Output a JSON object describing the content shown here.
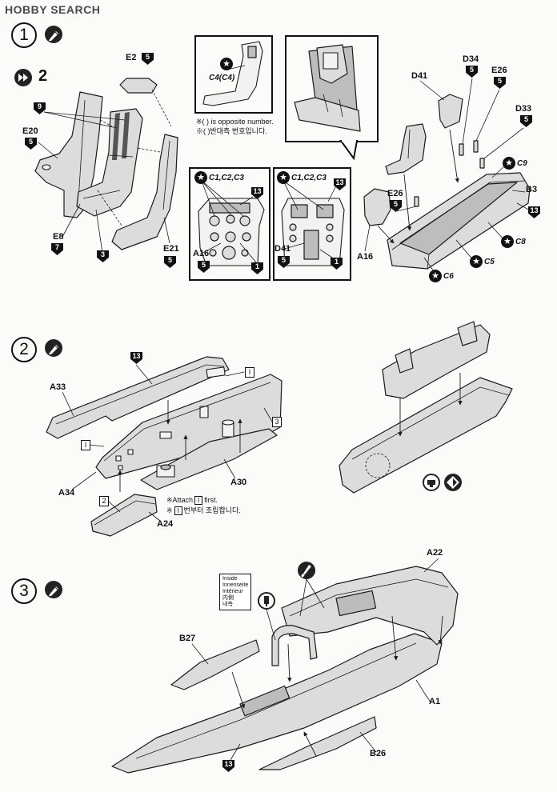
{
  "watermark": "HOBBY SEARCH",
  "colors": {
    "ink": "#1a1a1a",
    "part_fill": "#dcdcdc",
    "paper": "#fbfbf9"
  },
  "step1": {
    "number": "1",
    "subassembly_number": "2",
    "seat": {
      "e2": "E2",
      "e2_color": "5",
      "stripe_color": "9",
      "e20": "E20",
      "e20_color": "5",
      "e8": "E8",
      "e8_color": "7",
      "cushion_color": "3",
      "e21": "E21",
      "e21_color": "5"
    },
    "seat_detail": {
      "decal": "C4(C4)"
    },
    "notes": {
      "en": "※( ) is opposite number.",
      "ko": "※( )반대측 번호입니다."
    },
    "panel_front": {
      "decal": "C1,C2,C3",
      "color_top": "13",
      "part": "A16",
      "part_color": "5",
      "color_bottom": "1"
    },
    "panel_rear": {
      "decal": "C1,C2,C3",
      "color_top": "13",
      "part": "D41",
      "part_color": "5",
      "color_bottom": "1"
    },
    "tub": {
      "d41": "D41",
      "d34": "D34",
      "d34_color": "5",
      "e26_top": "E26",
      "e26_top_color": "5",
      "d33": "D33",
      "d33_color": "5",
      "c9": "C9",
      "b3": "B3",
      "b3_color": "13",
      "e26": "E26",
      "e26_color": "5",
      "a16": "A16",
      "c8": "C8",
      "c5": "C5",
      "c6": "C6"
    }
  },
  "step2": {
    "number": "2",
    "a33": "A33",
    "a33_color": "13",
    "ref_i_top": "I",
    "ref_i_left": "I",
    "ref_3": "3",
    "ref_2": "2",
    "a34": "A34",
    "a30": "A30",
    "a24": "A24",
    "note_en": {
      "prefix": "※Attach",
      "ref": "I",
      "suffix": "first."
    },
    "note_ko": {
      "prefix": "※",
      "ref": "I",
      "suffix": "번부터 조립합니다."
    }
  },
  "step3": {
    "number": "3",
    "inside_labels": [
      "Inside",
      "Innenseite",
      "Intérieur",
      "内側",
      "내측"
    ],
    "a22": "A22",
    "b27": "B27",
    "a1": "A1",
    "b26": "B26",
    "a1_color": "13"
  }
}
